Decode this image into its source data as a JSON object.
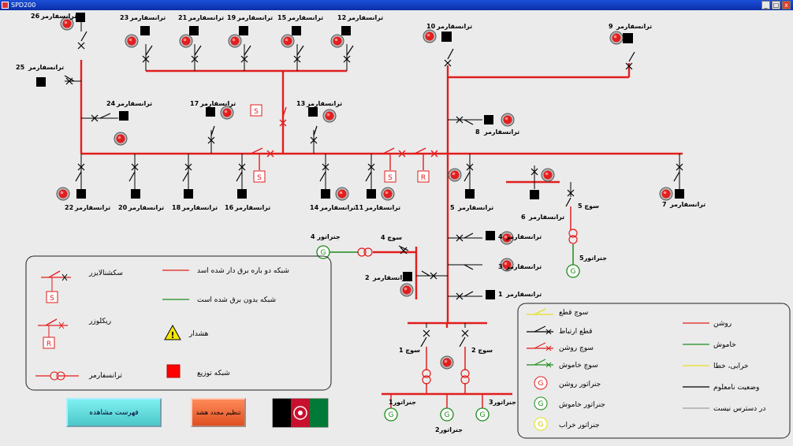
{
  "window": {
    "title": "SPD200",
    "minimize": "_",
    "maximize": "□",
    "close": "x"
  },
  "transformers": {
    "t26": "ترانسفارمر",
    "n26": "26",
    "t23": "ترانسفارمر",
    "n23": "23",
    "t21": "ترانسفارمر",
    "n21": "21",
    "t19": "ترانسفارمر",
    "n19": "19",
    "t15": "ترانسفارمر",
    "n15": "15",
    "t12": "ترانسفارمر",
    "n12": "12",
    "t10": "ترانسفارمر",
    "n10": "10",
    "t9": "ترانسفارمر",
    "n9": "9",
    "t25": "ترانسفارمر",
    "n25": "25",
    "t24": "ترانسفارمر",
    "n24": "24",
    "t17": "ترانسفارمر",
    "n17": "17",
    "t13": "ترانسفارمر",
    "n13": "13",
    "t8": "ترانسفارمر",
    "n8": "8",
    "t22": "ترانسفارمر",
    "n22": "22",
    "t20": "ترانسفارمر",
    "n20": "20",
    "t18": "ترانسفارمر",
    "n18": "18",
    "t16": "ترانسفارمر",
    "n16": "16",
    "t14": "ترانسفارمر",
    "n14": "14",
    "t11": "ترانسفارمر",
    "n11": "11",
    "t5": "ترانسفارمر",
    "n5": "5",
    "t6": "ترانسفارمر",
    "n6": "6",
    "t7": "ترانسفارمر",
    "n7": "7",
    "t4": "ترانسفارمر",
    "n4": "4",
    "t3": "ترانسفارمر",
    "n3": "3",
    "t2": "ترانسفارمر",
    "n2": "2",
    "t1": "ترانسفارمر",
    "n1": "1"
  },
  "switches": {
    "s4": "سوچ 4",
    "s5": "سوچ 5",
    "s1": "سوچ 1",
    "s2": "سوچ 2"
  },
  "generators": {
    "g4": "جنراتور 4",
    "g5": "جنراتور5",
    "g1": "جنراتور1",
    "g2": "جنراتور2",
    "g3": "جنراتور3"
  },
  "marks": {
    "S": "S",
    "R": "R",
    "G": "G"
  },
  "legend_left": {
    "sectionalizer": "سکشنالایزر",
    "recloser": "ریکلوزر",
    "transformer": "ترانسفارمر",
    "energized_twice": "شبکه دو باره برق دار شده اسد",
    "deenergized": "شبکه بدون برق شده است",
    "warning": "هشدار",
    "distribution": "شبکه توزیع"
  },
  "legend_right": {
    "fuse_blown": "سوچ قطع",
    "link_break": "قطع ارتباط",
    "switch_on": "سوچ روشن",
    "switch_off": "سوچ خاموش",
    "gen_on": "جنراتور روشن",
    "gen_off": "جنراتور خاموش",
    "gen_fault": "جنراتور خراب",
    "on": "روشن",
    "off": "خاموش",
    "fault": "خرابی، خطا",
    "unknown": "وضعیت نامعلوم",
    "unavailable": "در دسترس نیست"
  },
  "buttons": {
    "view_list": "فهرست مشاهده",
    "resetup": "تنظیم مجدد هشد"
  },
  "colors": {
    "on": "#e02020",
    "off": "#1c8c1c",
    "fault": "#e6e020",
    "unknown": "#000000",
    "unavailable": "#a0a0a0"
  }
}
